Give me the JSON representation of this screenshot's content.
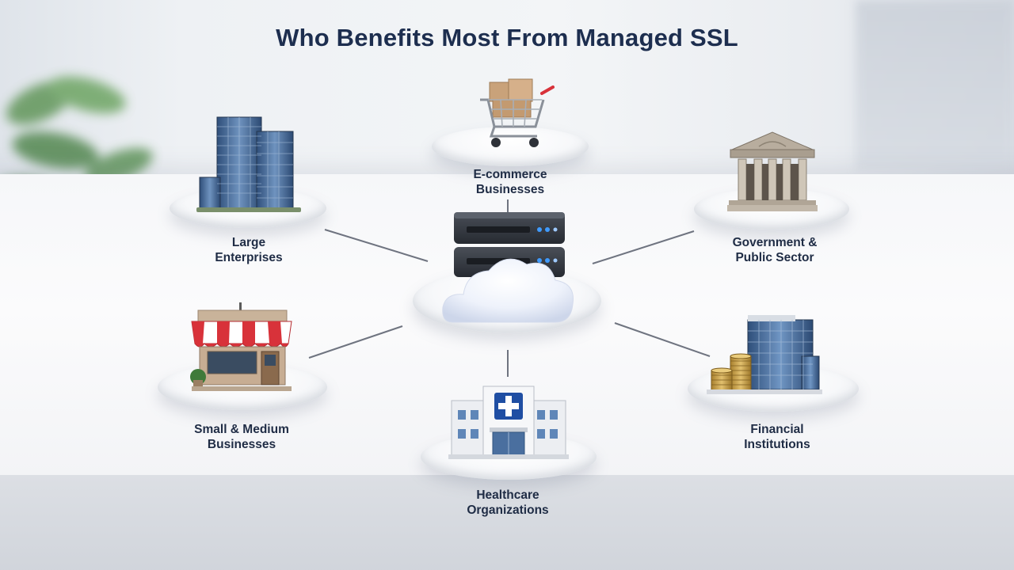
{
  "title": "Who Benefits Most From Managed SSL",
  "nodes": {
    "ecommerce": {
      "line1": "E-commerce",
      "line2": "Businesses",
      "icon": "shopping-cart-icon"
    },
    "enterprises": {
      "line1": "Large",
      "line2": "Enterprises",
      "icon": "office-tower-icon"
    },
    "government": {
      "line1": "Government &",
      "line2": "Public Sector",
      "icon": "government-building-icon"
    },
    "smb": {
      "line1": "Small & Medium",
      "line2": "Businesses",
      "icon": "storefront-icon"
    },
    "healthcare": {
      "line1": "Healthcare",
      "line2": "Organizations",
      "icon": "hospital-icon"
    },
    "financial": {
      "line1": "Financial",
      "line2": "Institutions",
      "icon": "bank-coins-icon"
    }
  },
  "center": {
    "icon": "cloud-server-icon"
  },
  "colors": {
    "title": "#1d2e4f",
    "label": "#1f2c45",
    "accent_blue": "#1f4ea3",
    "awning_red": "#d8323a"
  }
}
